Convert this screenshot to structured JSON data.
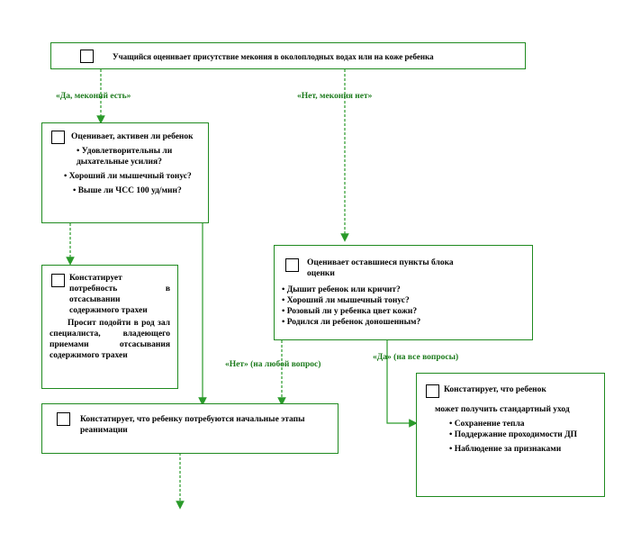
{
  "colors": {
    "line": "#2a9a2a",
    "label": "#1b7a1b",
    "border": "#1f8a1f"
  },
  "nodes": {
    "start": {
      "text": "Учащийся оценивает присутствие мекония в околоплодных водах или на коже ребенка"
    },
    "assess": {
      "title": "Оценивает, активен ли ребенок",
      "items": [
        "• Удовлетворительны ли дыхательные усилия?",
        "• Хороший ли мышечный тонус?",
        "• Выше ли ЧСС 100 уд/мин?"
      ]
    },
    "suction": {
      "title": "Констатирует потребность в отсасывании содержимого трахеи",
      "text": "Просит подойти в род зал специалиста, владеющего приемами отсасывания содержимого трахеи"
    },
    "remaining": {
      "title": "Оценивает оставшиеся пункты блока оценки",
      "items": [
        "• Дышит ребенок или кричит?",
        "• Хороший ли мышечный тонус?",
        "• Розовый ли у ребенка цвет кожи?",
        "• Родился ли ребенок доношенным?"
      ]
    },
    "initial": {
      "text": "Констатирует, что ребенку потребуются начальные этапы реанимации"
    },
    "standard": {
      "title": "Констатирует, что ребенок",
      "subtitle": "может получить стандартный уход",
      "items": [
        "• Сохранение тепла",
        "• Поддержание проходимости ДП",
        "• Наблюдение за признаками"
      ]
    }
  },
  "labels": {
    "yes_meconium": "«Да, меконий есть»",
    "no_meconium": "«Нет, мекония нет»",
    "no_any": "«Нет» (на любой вопрос)",
    "yes_all": "«Да» (на все вопросы)"
  }
}
